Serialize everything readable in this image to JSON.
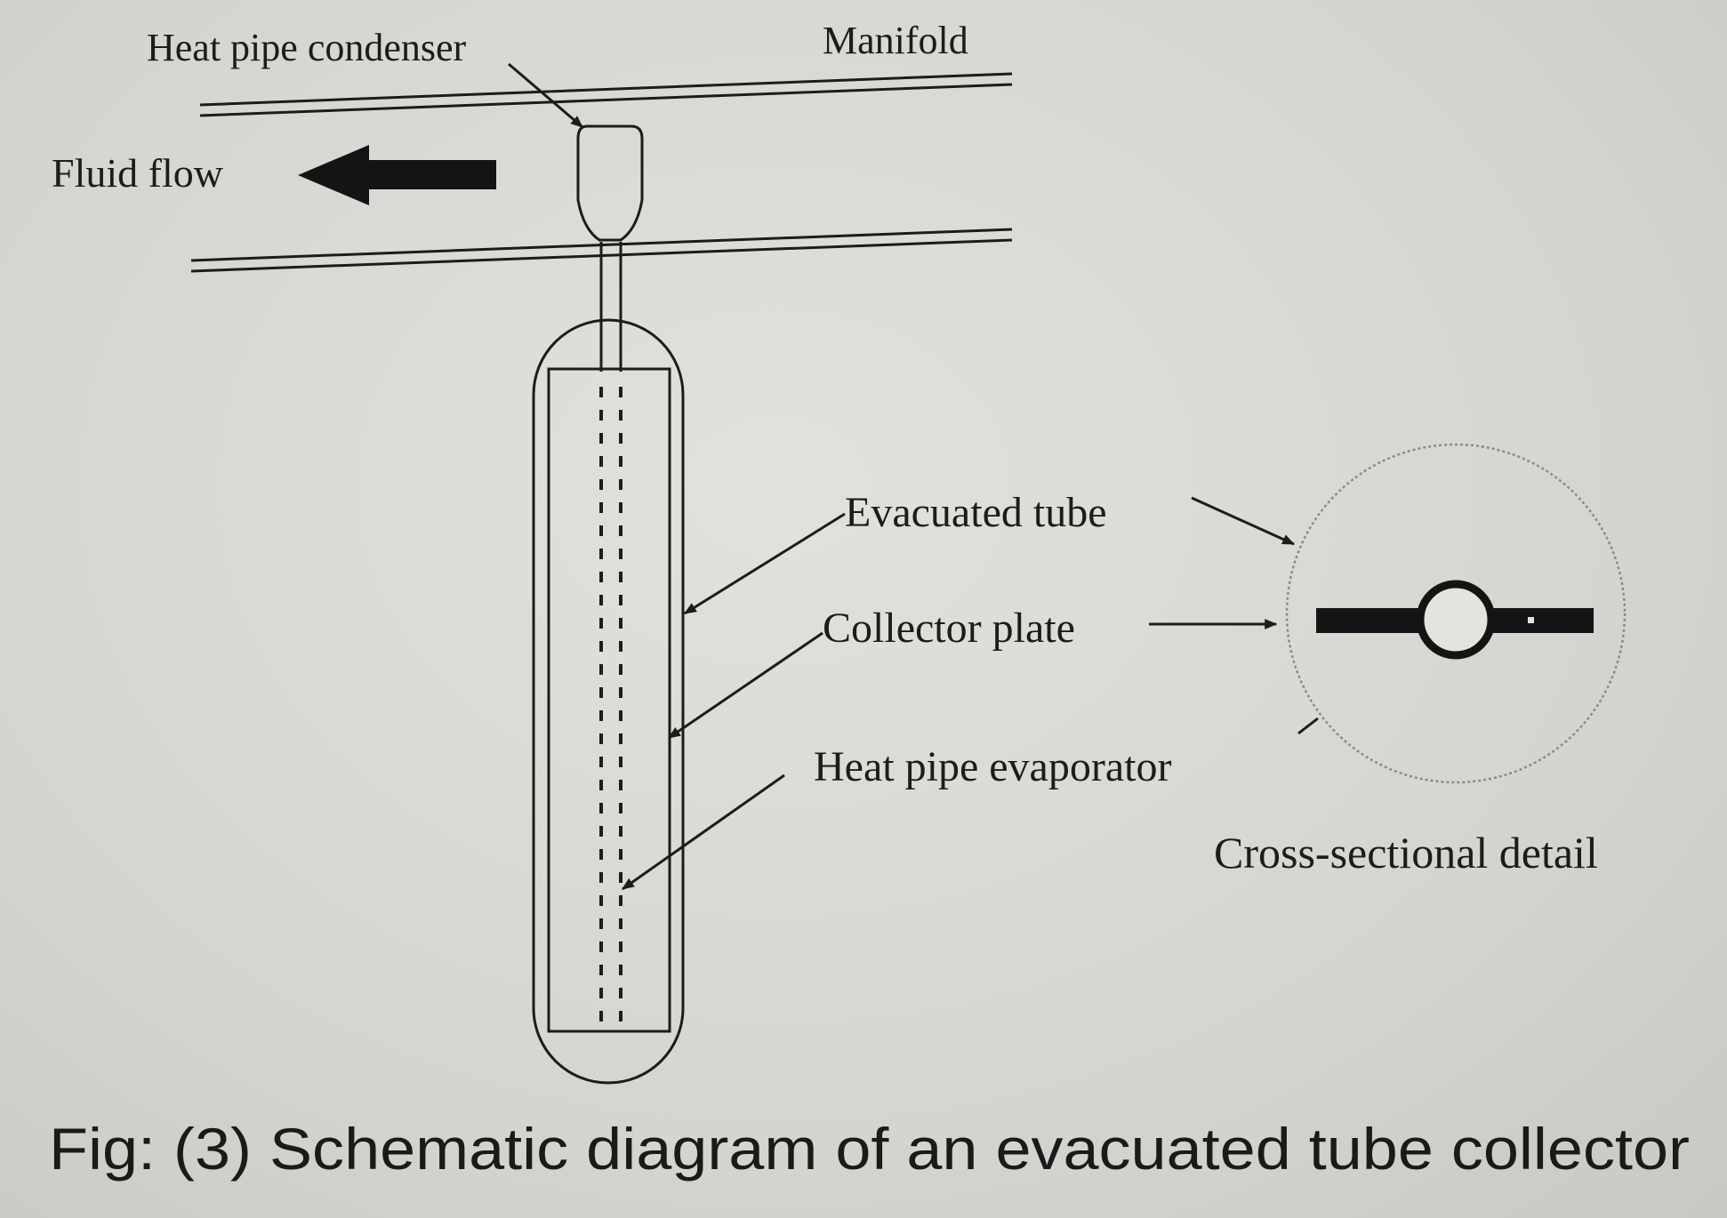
{
  "labels": {
    "heat_pipe_condenser": "Heat pipe condenser",
    "manifold": "Manifold",
    "fluid_flow": "Fluid flow",
    "evacuated_tube": "Evacuated tube",
    "collector_plate": "Collector plate",
    "heat_pipe_evaporator": "Heat pipe evaporator",
    "cross_sectional_detail": "Cross-sectional detail"
  },
  "caption": "Fig: (3) Schematic diagram of an evacuated tube collector",
  "colors": {
    "ink": "#1c1c1c",
    "paper": "#d8d7d2"
  }
}
